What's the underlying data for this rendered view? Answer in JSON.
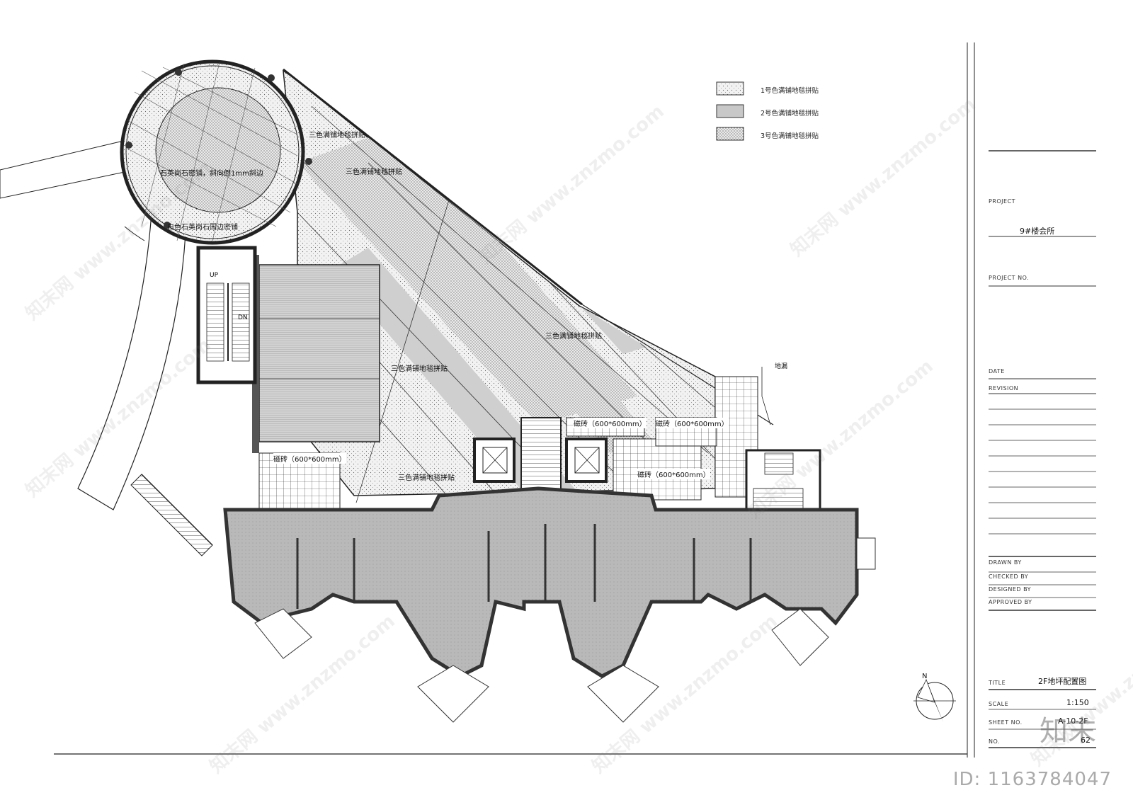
{
  "legend": [
    {
      "label": "1号色满铺地毯拼贴",
      "fill": "url(#dots-light)"
    },
    {
      "label": "2号色满铺地毯拼贴",
      "fill": "#c8c8c8"
    },
    {
      "label": "3号色满铺地毯拼贴",
      "fill": "url(#dots-dense)"
    }
  ],
  "plan_labels": {
    "circle_center": "石英岗石密铺，斜向倒1mm斜边",
    "circle_edge": "白色石英岗石围边密铺",
    "carpet_1": "三色满铺地毯拼贴",
    "carpet_2": "三色满铺地毯拼贴",
    "carpet_3": "三色满铺地毯拼贴",
    "carpet_4": "三色满铺地毯拼贴",
    "carpet_5": "三色满铺地毯拼贴",
    "tile_1": "磁砖（600*600mm）",
    "tile_2": "磁砖（600*600mm）",
    "tile_3": "磁砖（600*600mm）",
    "tile_4": "磁砖（600*600mm）",
    "floor_drain": "地漏",
    "stair_up": "UP",
    "stair_dn": "DN"
  },
  "title_block": {
    "project_label": "PROJECT",
    "project_value": "9#楼会所",
    "project_no_label": "PROJECT NO.",
    "date_label": "DATE",
    "revision_label": "REVISION",
    "drawn_by_label": "DRAWN BY",
    "checked_by_label": "CHECKED BY",
    "designed_by_label": "DESIGNED BY",
    "approved_by_label": "APPROVED BY",
    "title_label": "TITLE",
    "title_value": "2F地坪配置图",
    "scale_label": "SCALE",
    "scale_value": "1:150",
    "sheet_no_label": "SHEET NO.",
    "sheet_no_value": "A-10-2F",
    "no_label": "NO.",
    "no_value": "62"
  },
  "watermark": {
    "text": "知末网 www.znzmo.com",
    "logo": "知末",
    "id": "ID: 1163784047"
  },
  "north_label": "N"
}
